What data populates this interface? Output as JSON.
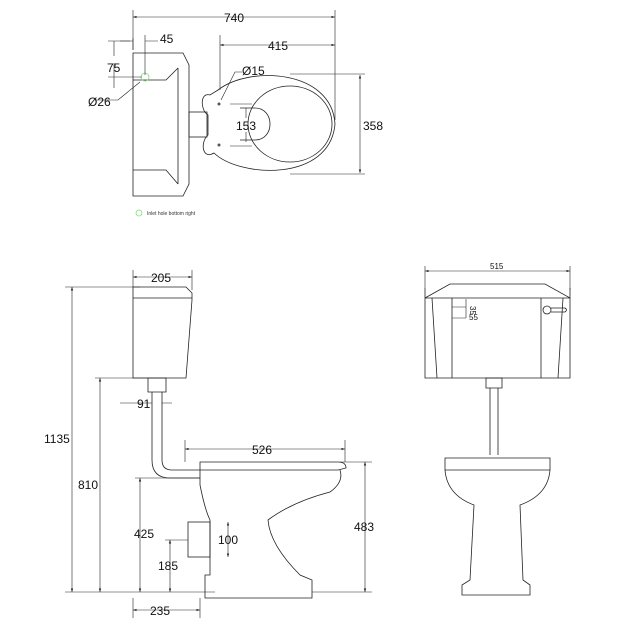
{
  "top_view": {
    "overall_width": "740",
    "tank_inlet_offset": "45",
    "inlet_height": "75",
    "inlet_diameter": "Ø26",
    "seat_width": "415",
    "hinge_hole_diameter": "Ø15",
    "hinge_spacing": "153",
    "bowl_depth": "358",
    "legend_note": "Inlet hole bottom right",
    "legend_color": "#7ddc7d"
  },
  "side_view": {
    "overall_height": "1135",
    "tank_depth": "205",
    "cistern_height": "810",
    "pipe_offset": "91",
    "bowl_length": "526",
    "outlet_height": "425",
    "outlet_size": "100",
    "outlet_centre": "185",
    "pan_height": "483",
    "wall_to_outlet": "235"
  },
  "front_view": {
    "tank_width": "515",
    "lever_dim_vertical": "35",
    "lever_dim_horizontal": "55"
  }
}
